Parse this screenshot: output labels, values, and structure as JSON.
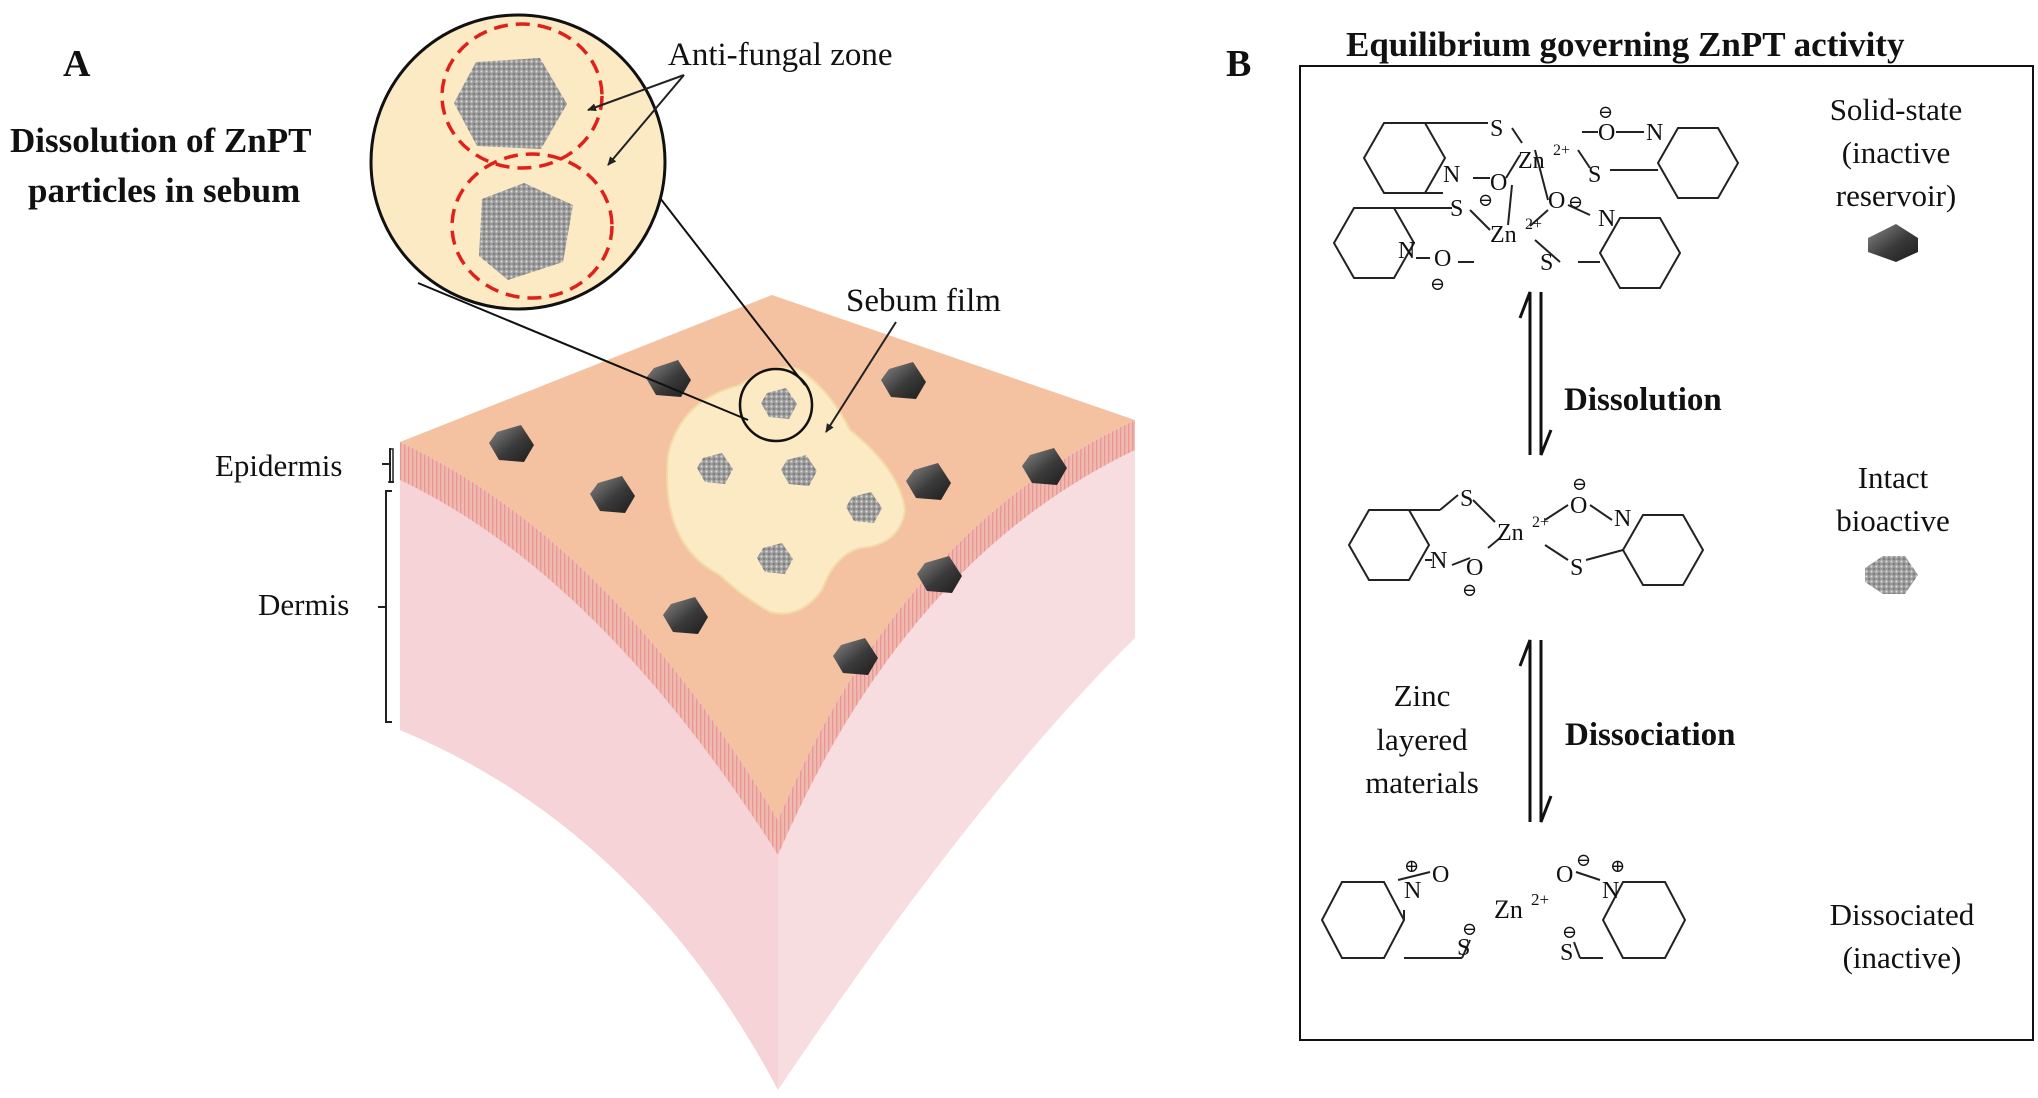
{
  "panel_a": {
    "letter": "A",
    "title_line1": "Dissolution of ZnPT",
    "title_line2": "particles in sebum",
    "antifungal_label": "Anti-fungal zone",
    "sebum_label": "Sebum film",
    "epidermis_label": "Epidermis",
    "dermis_label": "Dermis"
  },
  "panel_b": {
    "letter": "B",
    "title": "Equilibrium governing ZnPT activity",
    "dissolution_label": "Dissolution",
    "dissociation_label": "Dissociation",
    "zinc_line1": "Zinc",
    "zinc_line2": "layered",
    "zinc_line3": "materials",
    "state1_line1": "Solid-state",
    "state1_line2": "(inactive",
    "state1_line3": "reservoir)",
    "state2_line1": "Intact",
    "state2_line2": "bioactive",
    "state3_line1": "Dissociated",
    "state3_line2": "(inactive)",
    "atoms": {
      "S": "S",
      "N": "N",
      "O": "O",
      "Zn": "Zn",
      "charge2p": "2+",
      "minus": "⊖",
      "plus": "⊕"
    }
  }
}
